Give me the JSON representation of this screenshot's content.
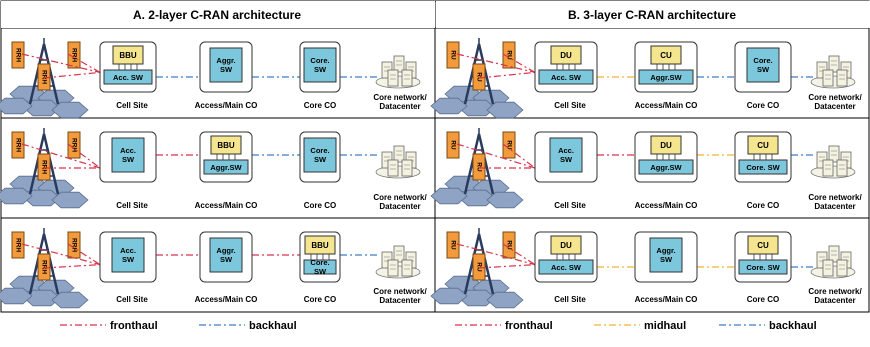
{
  "panels": [
    {
      "title": "A. 2-layer C-RAN architecture",
      "rows": [
        {
          "cell": "Acc. SW",
          "cell_top": "BBU",
          "access": "Aggr. SW",
          "access_top": "",
          "core": "Core. SW",
          "core_top": ""
        },
        {
          "cell": "Acc. SW",
          "cell_top": "",
          "access": "Aggr.SW",
          "access_top": "BBU",
          "core": "Core. SW",
          "core_top": ""
        },
        {
          "cell": "Acc. SW",
          "cell_top": "",
          "access": "Aggr. SW",
          "access_top": "",
          "core": "Core. SW",
          "core_top": "BBU"
        }
      ],
      "radio": "RRH",
      "legend": [
        {
          "label": "fronthaul",
          "color": "#d9334a"
        },
        {
          "label": "backhaul",
          "color": "#3a7fc6"
        }
      ]
    },
    {
      "title": "B. 3-layer C-RAN architecture",
      "rows": [
        {
          "cell": "Acc. SW",
          "cell_top": "DU",
          "access": "Aggr.SW",
          "access_top": "CU",
          "core": "Core. SW",
          "core_top": ""
        },
        {
          "cell": "Acc. SW",
          "cell_top": "",
          "access": "Aggr.SW",
          "access_top": "DU",
          "core": "Core. SW",
          "core_top": "CU"
        },
        {
          "cell": "Acc. SW",
          "cell_top": "DU",
          "access": "Aggr. SW",
          "access_top": "",
          "core": "Core. SW",
          "core_top": "CU"
        }
      ],
      "radio": "RU",
      "legend": [
        {
          "label": "fronthaul",
          "color": "#d9334a"
        },
        {
          "label": "midhaul",
          "color": "#f2b233"
        },
        {
          "label": "backhaul",
          "color": "#3a7fc6"
        }
      ]
    }
  ],
  "labels": {
    "cell_site": "Cell Site",
    "access_co": "Access/Main CO",
    "core_co": "Core CO",
    "core_net": "Core network/",
    "datacenter": "Datacenter"
  },
  "colors": {
    "switch": "#7cc7dc",
    "unit": "#f6e58f",
    "radio": "#f39a3c",
    "hex": "#8fa4c4",
    "line_front": "#d9334a",
    "line_mid": "#f2b233",
    "line_back": "#3a7fc6"
  }
}
